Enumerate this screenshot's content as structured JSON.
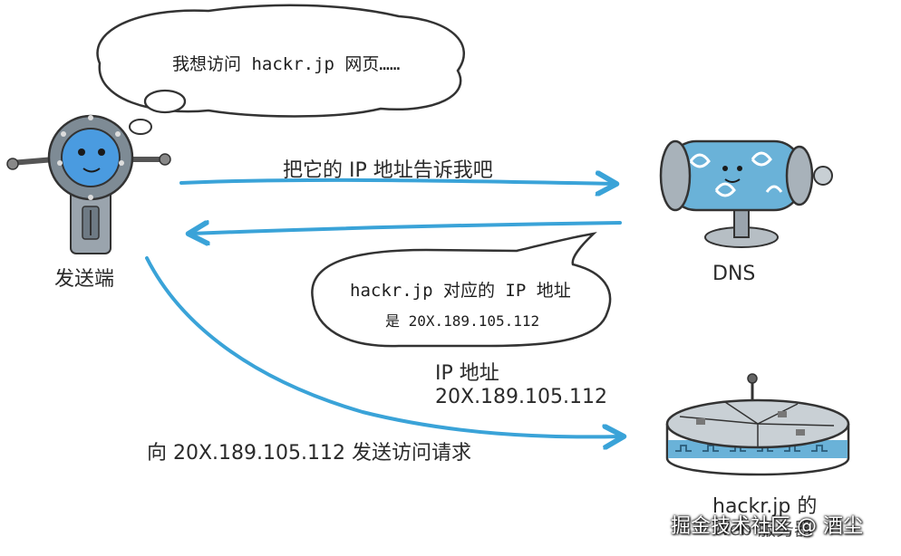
{
  "thought_bubble": {
    "text": "我想访问 hackr.jp 网页……"
  },
  "request_arrow": {
    "label": "把它的 IP 地址告诉我吧"
  },
  "reply_bubble": {
    "line1": "hackr.jp 对应的 IP 地址",
    "line2": "是 20X.189.105.112"
  },
  "ip_note": {
    "title": "IP 地址",
    "value": "20X.189.105.112"
  },
  "access_arrow": {
    "label": "向 20X.189.105.112 发送访问请求"
  },
  "sender": {
    "label": "发送端"
  },
  "dns": {
    "label": "DNS"
  },
  "server": {
    "label_line1": "hackr.jp 的",
    "label_line2": "Web 服务器"
  },
  "watermark": {
    "text": "掘金技术社区 @ 酒尘"
  },
  "colors": {
    "arrow": "#3aa3d8",
    "robot_face": "#4a9be0",
    "dns_body": "#6ab2d8",
    "outline": "#3a3a3a"
  }
}
